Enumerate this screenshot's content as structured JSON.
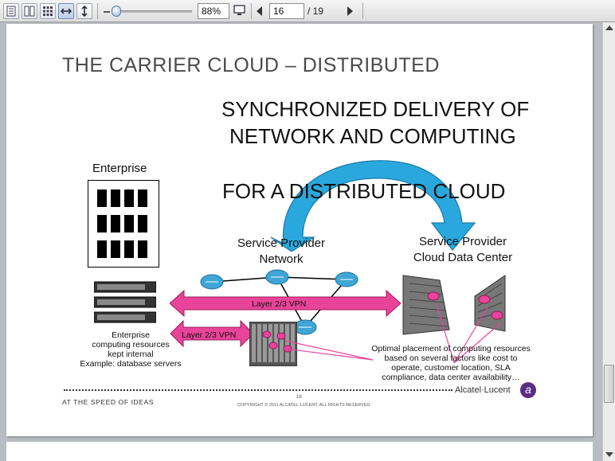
{
  "toolbar": {
    "zoom_value": "88%",
    "page_current": "16",
    "page_total": "/ 19"
  },
  "slide": {
    "title": "THE CARRIER CLOUD – DISTRIBUTED",
    "headline_line1": "SYNCHRONIZED DELIVERY OF",
    "headline_line2": "NETWORK AND COMPUTING",
    "headline_line3": "FOR A DISTRIBUTED CLOUD",
    "enterprise_label": "Enterprise",
    "sp_network_line1": "Service Provider",
    "sp_network_line2": "Network",
    "sp_dc_line1": "Service Provider",
    "sp_dc_line2": "Cloud Data Center",
    "vpn_main": "Layer 2/3 VPN",
    "vpn_small": "Layer 2/3 VPN",
    "enterprise_res_line1": "Enterprise",
    "enterprise_res_line2": "computing resources",
    "enterprise_res_line3": "kept internal",
    "enterprise_res_line4": "Example: database servers",
    "placement_line1": "Optimal placement of computing resources",
    "placement_line2": "based on several factors like cost to",
    "placement_line3": "operate, customer location, SLA",
    "placement_line4": "compliance, data center availability…",
    "footer_tagline": "AT THE SPEED OF IDEAS",
    "page_number": "16",
    "copyright": "COPYRIGHT © 2011 ALCATEL-LUCENT.  ALL RIGHTS RESERVED.",
    "logo_text": "Alcatel·Lucent",
    "logo_mark": "a"
  },
  "colors": {
    "arrow_blue": "#2aa8dd",
    "vpn_pink": "#e8449a",
    "router_blue": "#3fa6d6"
  },
  "icons": [
    "single-page-icon",
    "two-page-icon",
    "multi-page-icon",
    "fit-width-icon",
    "fit-height-icon",
    "screen-icon",
    "prev-page-icon",
    "next-page-icon"
  ]
}
